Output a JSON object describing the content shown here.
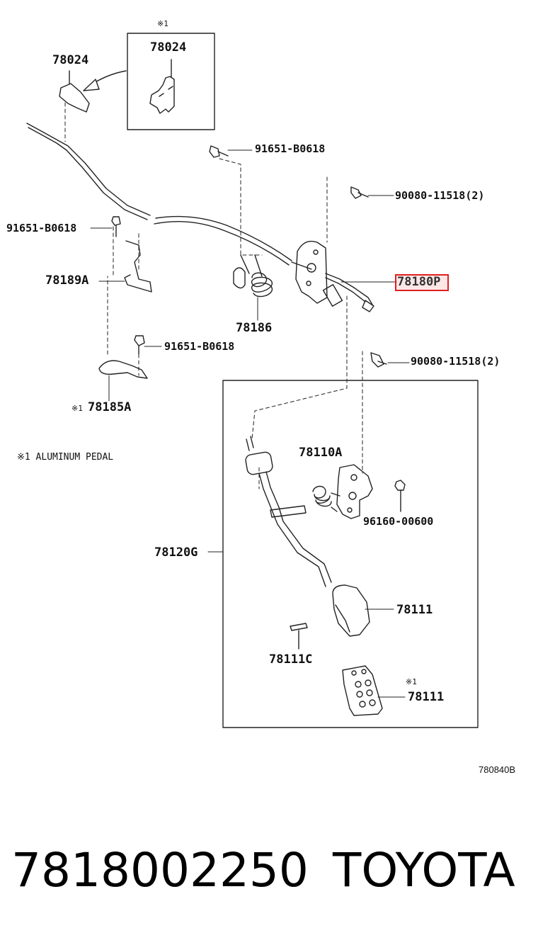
{
  "diagram": {
    "labels": {
      "p78024_left": "78024",
      "p78024_box": "78024",
      "box_note_mark": "※1",
      "p91651_top": "91651-B0618",
      "p90080_top": "90080-11518(2)",
      "p91651_left": "91651-B0618",
      "p78180P": "78180P",
      "p78189A": "78189A",
      "p78186": "78186",
      "p91651_mid": "91651-B0618",
      "p90080_mid": "90080-11518(2)",
      "p78185A_mark": "※1",
      "p78185A": "78185A",
      "aluminum_note": "※1 ALUMINUM PEDAL",
      "p78110A": "78110A",
      "p78120G": "78120G",
      "p96160": "96160-00600",
      "p78111": "78111",
      "p78111C": "78111C",
      "p78111_mark": "※1",
      "p78111_alu": "78111",
      "figure_code": "780840B"
    },
    "highlight_color": "#e02020"
  },
  "footer": {
    "part_number": "7818002250",
    "brand": "TOYOTA"
  }
}
